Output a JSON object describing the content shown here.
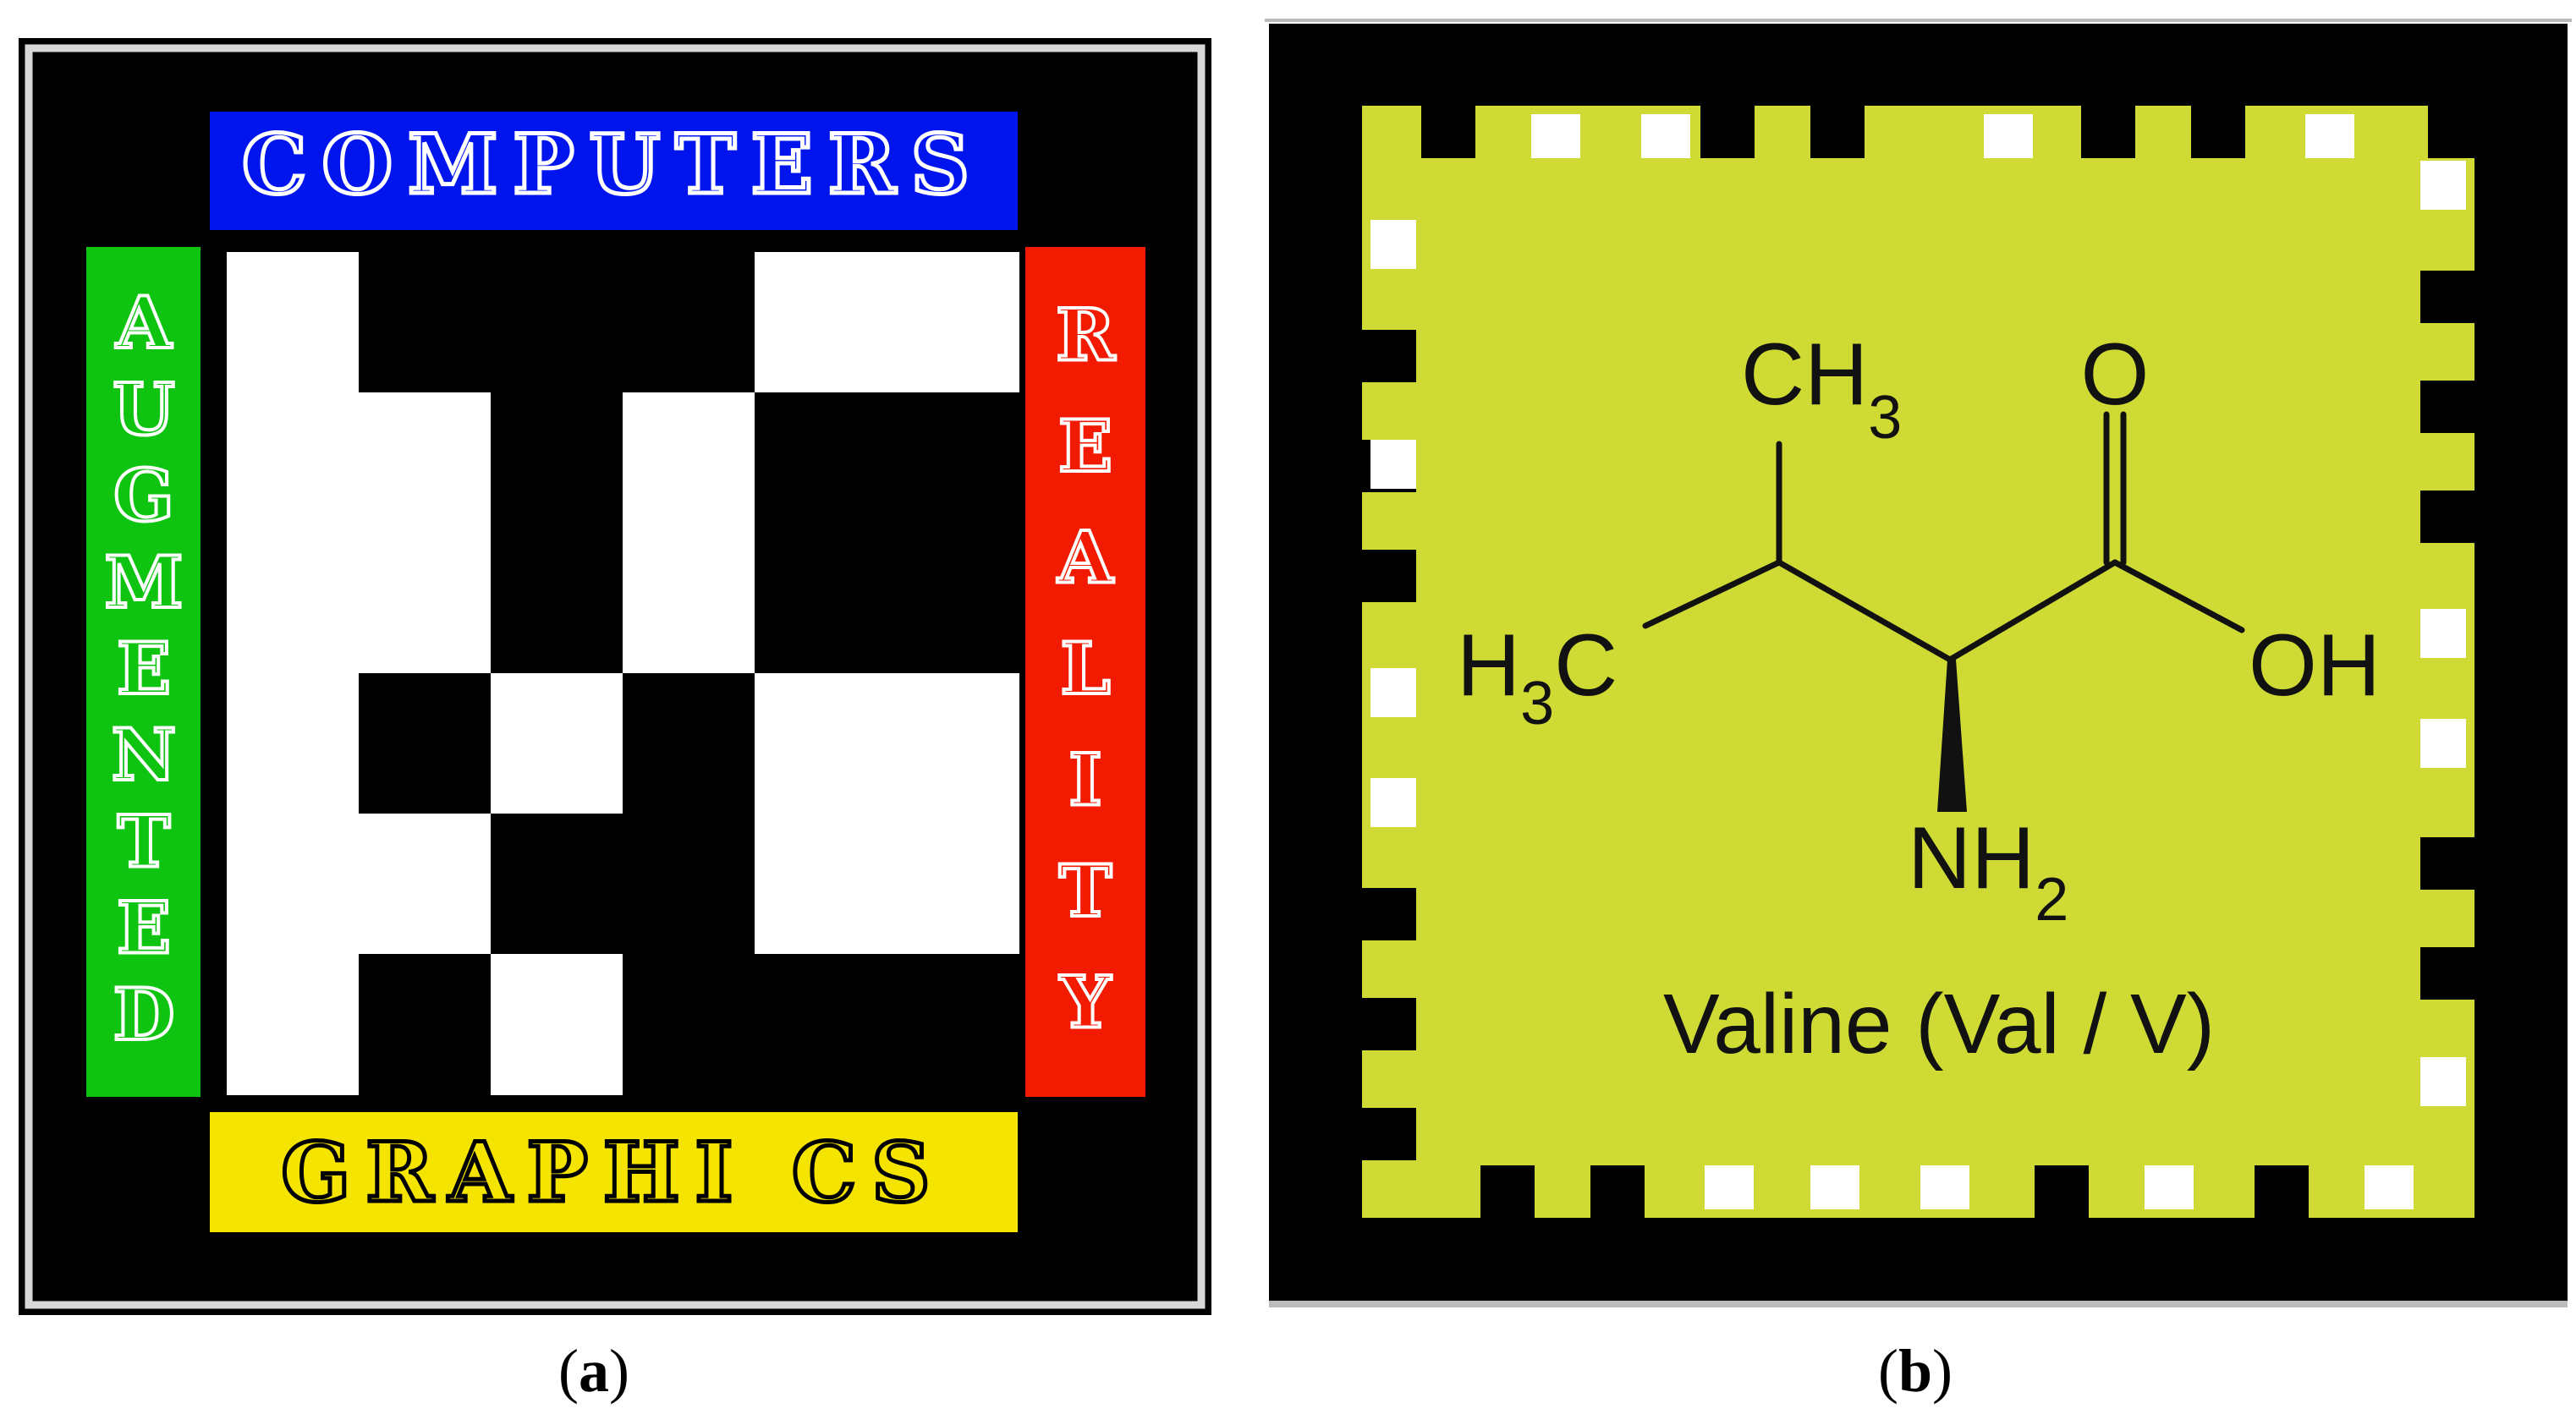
{
  "panel_a": {
    "top_label": "COMPUTERS",
    "bottom_label": "GRAPHI CS",
    "left_label": "AUGMENTED",
    "right_label": "REALITY",
    "colors": {
      "top": "#0015ee",
      "bottom": "#f5e400",
      "left": "#0ec411",
      "right": "#f21a00"
    },
    "marker_grid": [
      [
        1,
        0,
        0,
        0,
        1,
        1
      ],
      [
        1,
        1,
        0,
        1,
        0,
        0
      ],
      [
        1,
        1,
        0,
        1,
        0,
        0
      ],
      [
        1,
        0,
        1,
        0,
        1,
        1
      ],
      [
        1,
        1,
        0,
        0,
        1,
        1
      ],
      [
        1,
        0,
        1,
        0,
        0,
        0
      ]
    ]
  },
  "panel_b": {
    "background": "#cfdb34",
    "ch3_top": "CH",
    "ch3_top_sub": "3",
    "ch3_left": "H",
    "ch3_left_sub": "3",
    "ch3_left_c": "C",
    "oxygen": "O",
    "hydroxyl": "OH",
    "amine": "NH",
    "amine_sub": "2",
    "name": "Valine (Val / V)"
  },
  "captions": {
    "a_open": "(",
    "a_letter": "a",
    "a_close": ")",
    "b_open": "(",
    "b_letter": "b",
    "b_close": ")"
  }
}
